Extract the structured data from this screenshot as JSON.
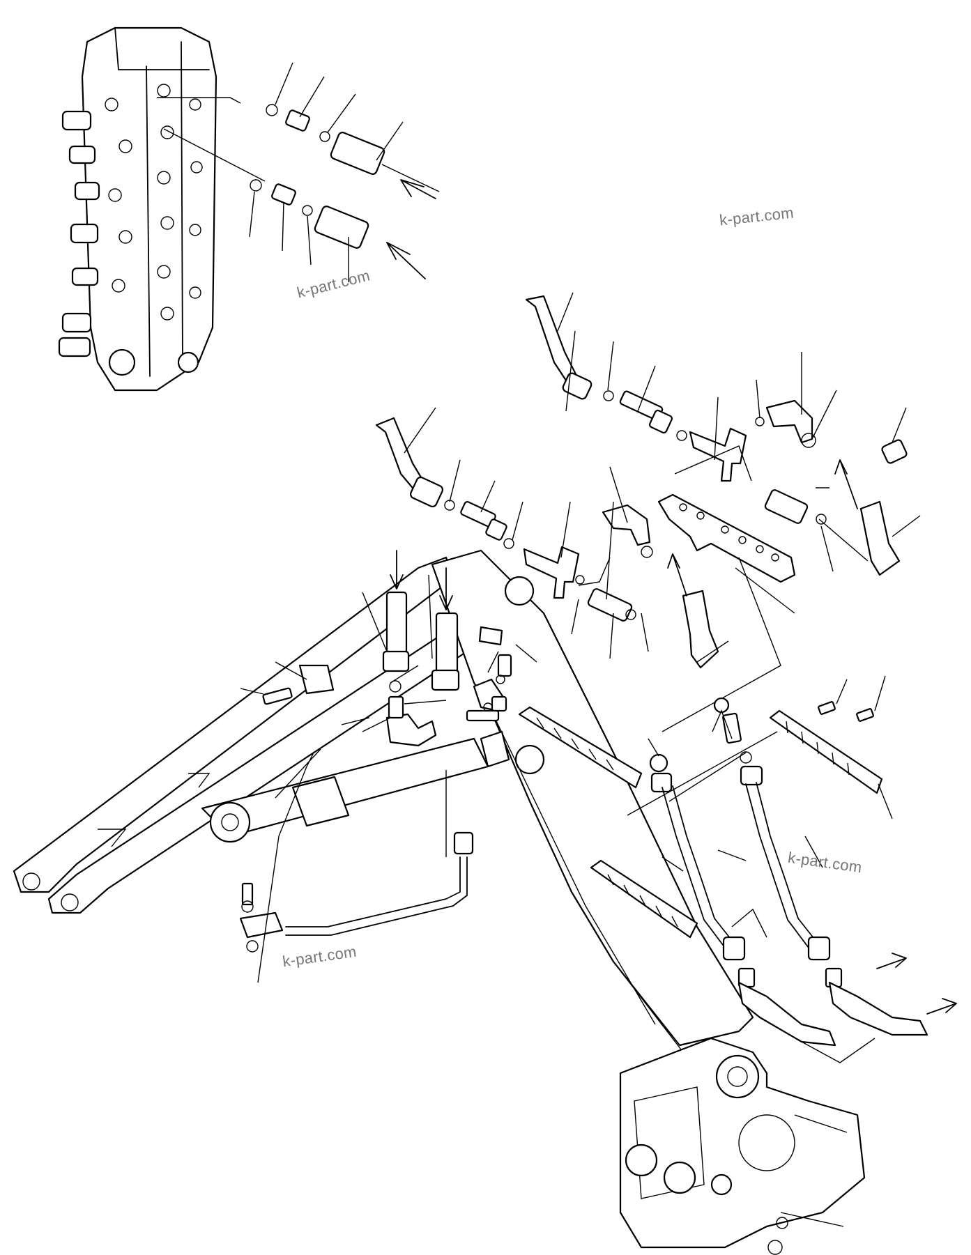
{
  "watermarks": [
    "k-part.com",
    "k-part.com",
    "k-part.com",
    "k-part.com"
  ],
  "colors": {
    "line": "#000000",
    "background": "#ffffff",
    "watermark": "#777777"
  }
}
